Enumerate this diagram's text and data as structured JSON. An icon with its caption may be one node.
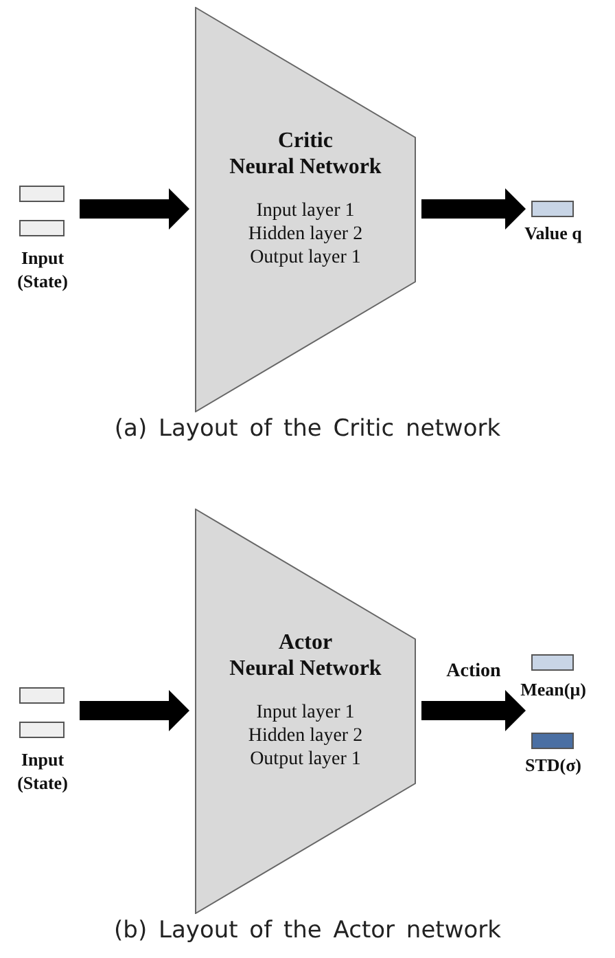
{
  "diagram": {
    "nodes": [
      {
        "text": [
          "Input (State)"
        ]
      },
      {
        "text": [],
        "shape": "box",
        "in": 0
      },
      {
        "text": [],
        "shape": "box",
        "in": 0
      },
      {
        "text": [
          "Critic Neural Network",
          "Input layer 1 Hidden layer 2 Output layer 1"
        ]
      },
      {
        "text": [],
        "shape": "box",
        "beside": [
          "Value q"
        ]
      },
      {
        "text": [
          "Input (State)"
        ]
      },
      {
        "text": [],
        "shape": "box",
        "in": 5
      },
      {
        "text": [],
        "shape": "box",
        "in": 5
      },
      {
        "text": [
          "Actor Neural Network",
          "Input layer 1 Hidden layer 2 Output layer 1"
        ]
      },
      {
        "text": [],
        "shape": "box",
        "beside": [
          "Mean(μ)"
        ]
      },
      {
        "text": [],
        "shape": "box",
        "beside": [
          "STD(σ)"
        ]
      }
    ],
    "edges": [
      {
        "from": 0,
        "to": 3,
        "arrow": "to",
        "style": "thick"
      },
      {
        "from": 3,
        "to": 4,
        "arrow": "to",
        "style": "thick"
      },
      {
        "from": 5,
        "to": 8,
        "arrow": "to",
        "style": "thick"
      },
      {
        "from": 8,
        "to": 9,
        "arrow": "to",
        "style": "thick",
        "label": "Action"
      },
      {
        "from": 8,
        "to": 10,
        "arrow": "to",
        "style": "thick"
      }
    ],
    "labels": [
      "(a) Layout of the Critic network",
      "(b) Layout of the Actor network"
    ]
  }
}
